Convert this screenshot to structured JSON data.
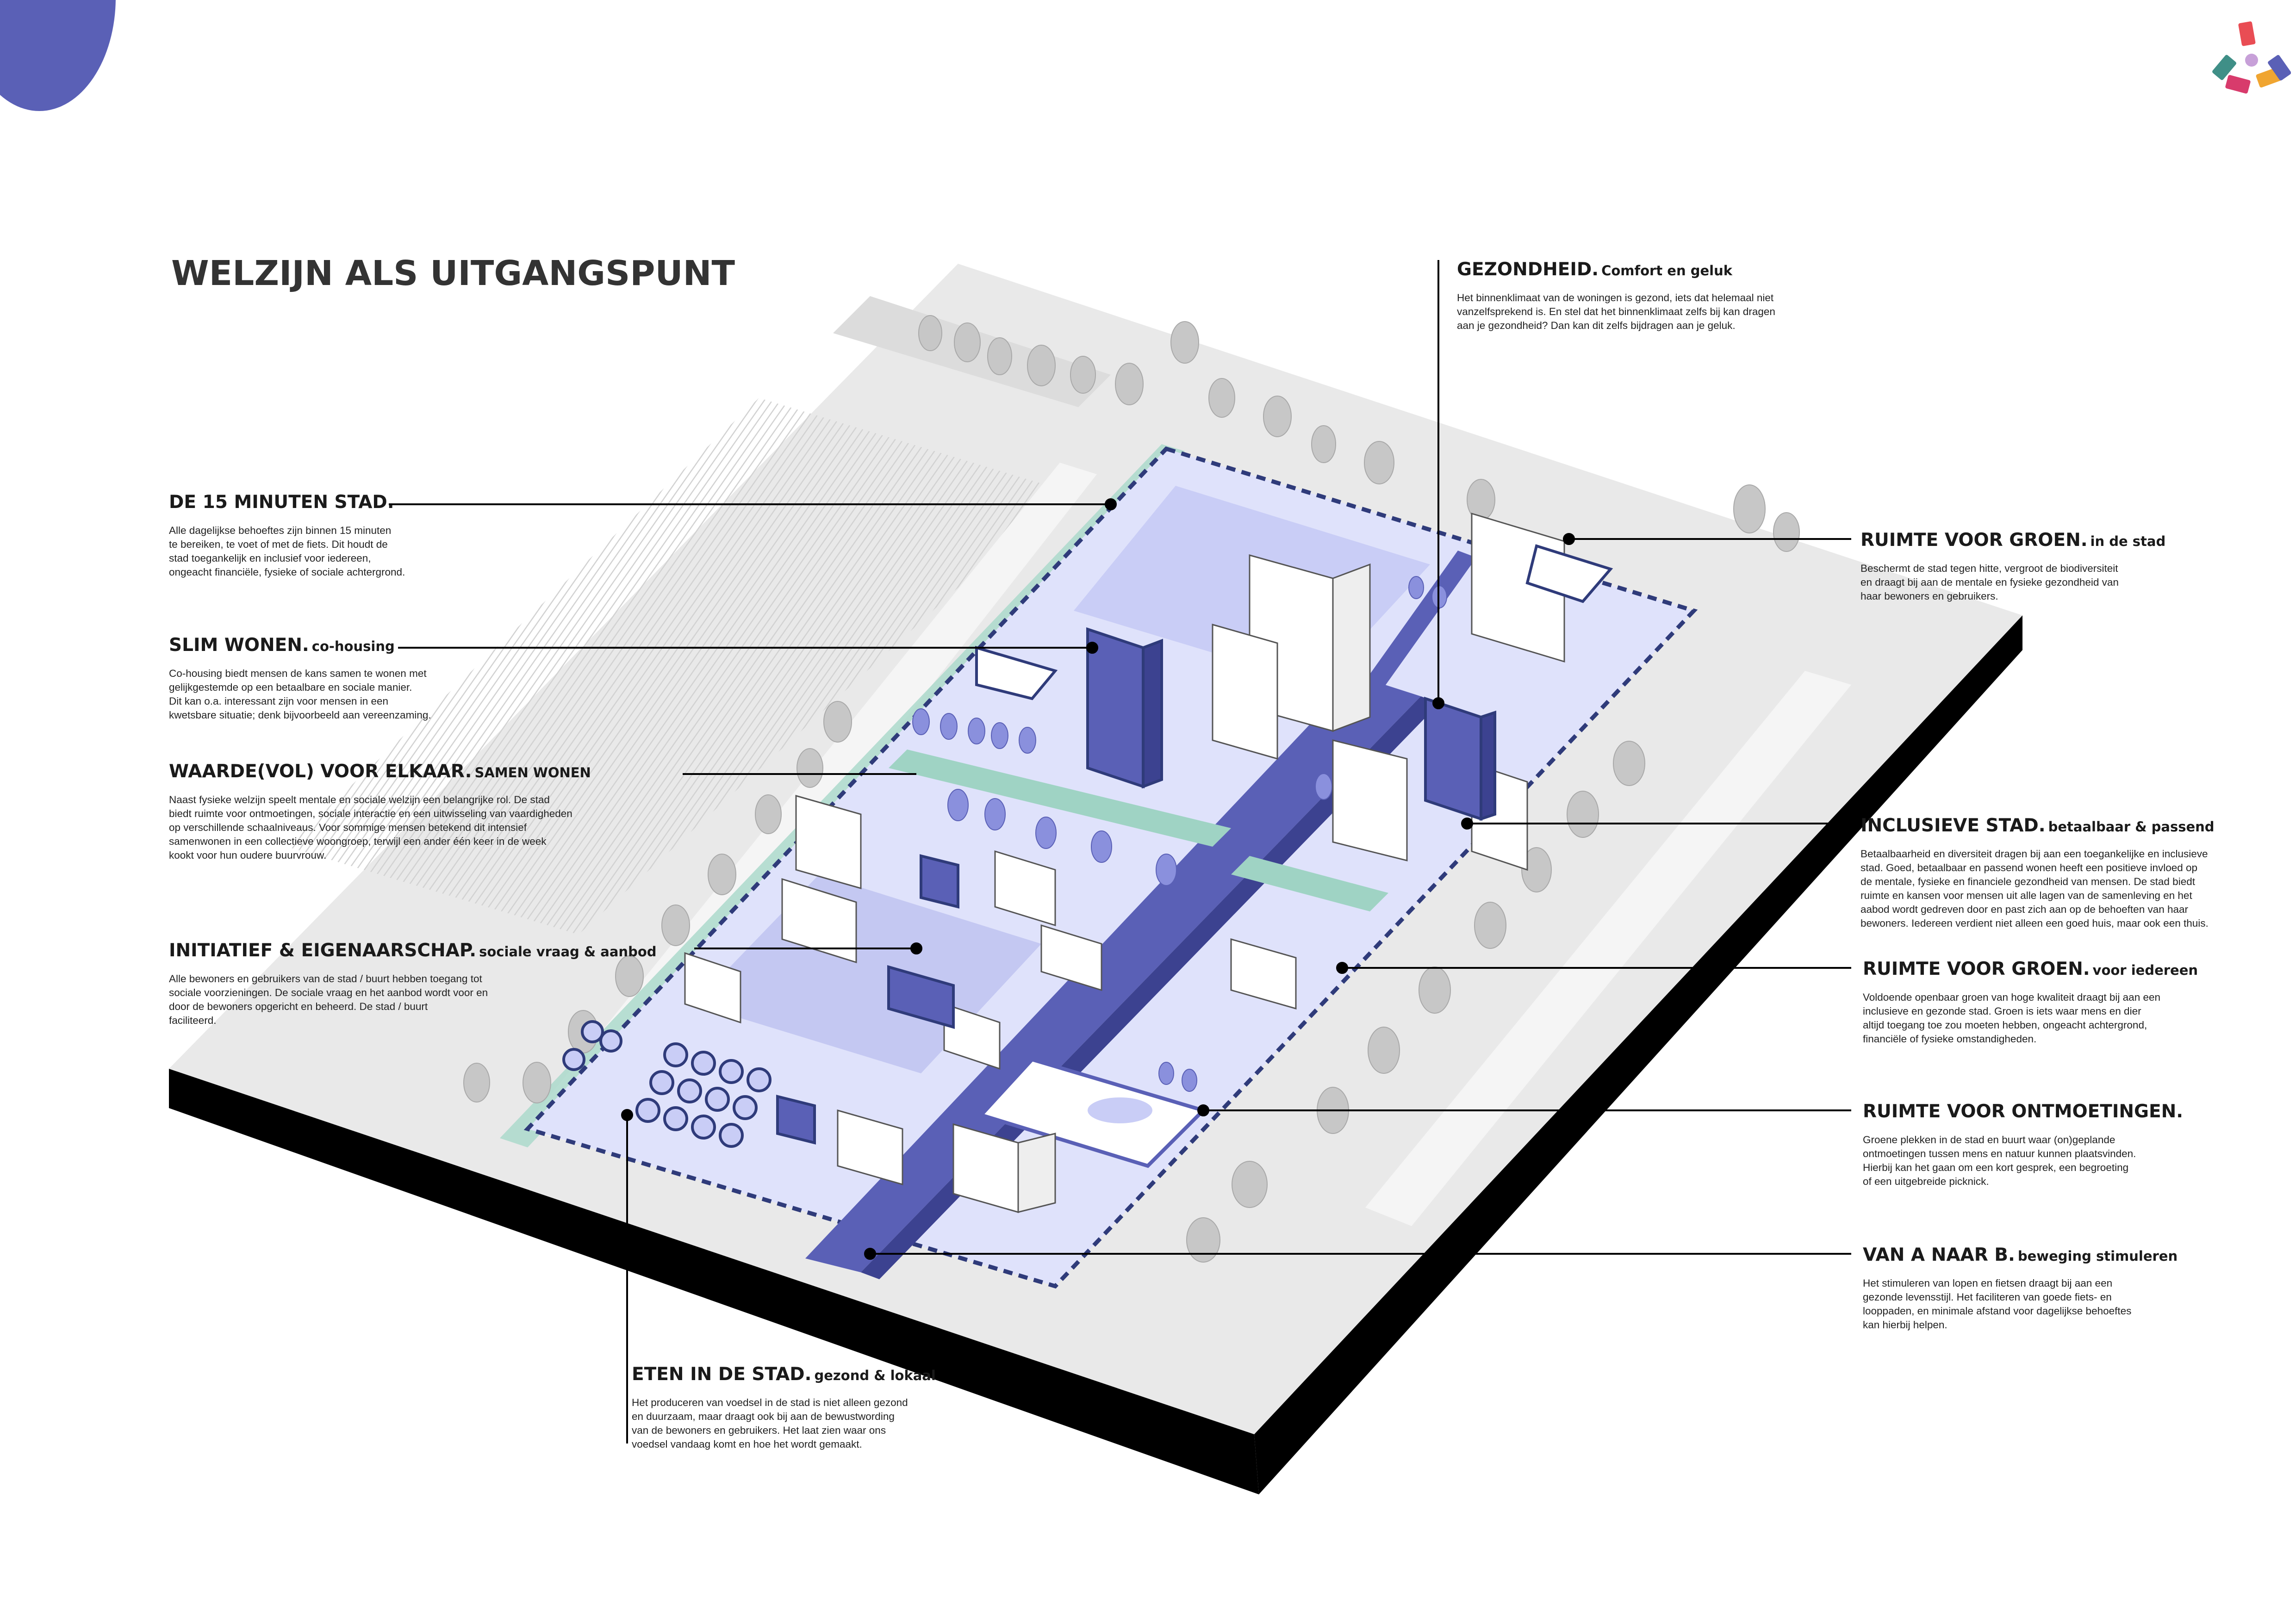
{
  "title": "WELZIJN ALS UITGANGSPUNT",
  "colors": {
    "accent": "#5a60b6",
    "accent_light": "#d6d9f5",
    "ground": "#e8e8e8",
    "tree_grey": "#c4c4c4",
    "water": "#a7d8c9",
    "base": "#000000"
  },
  "logo": {
    "icon": "colorful-flower-logo-icon"
  },
  "annotations": {
    "minuten": {
      "title": "DE 15 MINUTEN STAD.",
      "subtitle": "",
      "text": [
        "Alle dagelijkse behoeftes zijn binnen 15 minuten",
        "te bereiken, te voet of met de fiets. Dit houdt de",
        "stad toegankelijk en inclusief voor iedereen,",
        "ongeacht financiële, fysieke of sociale achtergrond."
      ]
    },
    "slim": {
      "title": "SLIM WONEN.",
      "subtitle": "co-housing",
      "text": [
        "Co-housing biedt mensen de kans samen te wonen met",
        "gelijkgestemde op een betaalbare en sociale manier.",
        "Dit kan o.a. interessant zijn voor mensen in een",
        "kwetsbare situatie; denk bijvoorbeeld aan vereenzaming."
      ]
    },
    "waarde": {
      "title": "WAARDE(VOL) VOOR ELKAAR.",
      "subtitle": "SAMEN WONEN",
      "text": [
        "Naast fysieke welzijn speelt mentale en sociale welzijn een belangrijke rol. De stad",
        "biedt ruimte voor ontmoetingen, sociale interactie en een uitwisseling van vaardigheden",
        "op verschillende schaalniveaus. Voor sommige mensen betekend dit intensief",
        "samenwonen in een collectieve woongroep, terwijl een ander één keer in de week",
        "kookt voor hun oudere buurvrouw."
      ]
    },
    "initiatief": {
      "title": "INITIATIEF & EIGENAARSCHAP.",
      "subtitle": "sociale vraag & aanbod",
      "text": [
        "Alle bewoners en gebruikers van de stad / buurt  hebben toegang tot",
        "sociale voorzieningen. De sociale vraag en het aanbod wordt voor en",
        "door de bewoners opgericht en beheerd. De stad / buurt",
        "faciliteerd."
      ]
    },
    "eten": {
      "title": "ETEN IN DE STAD.",
      "subtitle": "gezond & lokaal",
      "text": [
        "Het produceren van voedsel in de stad is niet alleen gezond",
        "en duurzaam, maar draagt ook bij aan de bewustwording",
        "van de bewoners en gebruikers. Het laat zien waar ons",
        "voedsel vandaag komt en hoe het wordt gemaakt."
      ]
    },
    "gezondheid": {
      "title": "GEZONDHEID.",
      "subtitle": "Comfort en geluk",
      "text": [
        "Het binnenklimaat van de woningen is gezond, iets dat helemaal niet",
        "vanzelfsprekend is. En stel dat het binnenklimaat zelfs bij kan dragen",
        "aan je gezondheid? Dan kan dit zelfs bijdragen aan je geluk."
      ]
    },
    "groen_stad": {
      "title": "RUIMTE VOOR GROEN.",
      "subtitle": "in de stad",
      "text": [
        "Beschermt de stad tegen hitte, vergroot de biodiversiteit",
        "en draagt bij aan de mentale en fysieke gezondheid van",
        "haar bewoners en gebruikers."
      ]
    },
    "inclusief": {
      "title": "INCLUSIEVE STAD.",
      "subtitle": "betaalbaar & passend",
      "text": [
        "Betaalbaarheid en diversiteit dragen bij aan een toegankelijke en inclusieve",
        "stad. Goed, betaalbaar en passend wonen heeft een positieve invloed op",
        "de mentale, fysieke en financiele gezondheid van mensen. De stad biedt",
        "ruimte en kansen voor mensen uit alle lagen van de samenleving en het",
        "aabod wordt gedreven door en past zich aan op de behoeften van haar",
        "bewoners. Iedereen verdient niet alleen een goed huis, maar ook een thuis."
      ]
    },
    "groen_iedereen": {
      "title": "RUIMTE VOOR GROEN.",
      "subtitle": "voor iedereen",
      "text": [
        "Voldoende openbaar groen van hoge kwaliteit draagt bij aan een",
        "inclusieve en gezonde stad. Groen is iets waar mens en dier",
        "altijd toegang toe zou moeten hebben, ongeacht achtergrond,",
        "financiële of fysieke omstandigheden."
      ]
    },
    "ontmoetingen": {
      "title": "RUIMTE VOOR ONTMOETINGEN.",
      "subtitle": "",
      "text": [
        "Groene plekken in de stad en buurt waar (on)geplande",
        "ontmoetingen tussen mens en natuur kunnen plaatsvinden.",
        "Hierbij kan het gaan om een kort gesprek, een begroeting",
        "of een uitgebreide picknick."
      ]
    },
    "beweging": {
      "title": "VAN A NAAR B.",
      "subtitle": "beweging stimuleren",
      "text": [
        "Het stimuleren van lopen en fietsen draagt bij aan een",
        "gezonde levensstijl. Het faciliteren van goede fiets- en",
        "looppaden, en minimale afstand voor dagelijkse behoeftes",
        "kan hierbij helpen."
      ]
    }
  }
}
